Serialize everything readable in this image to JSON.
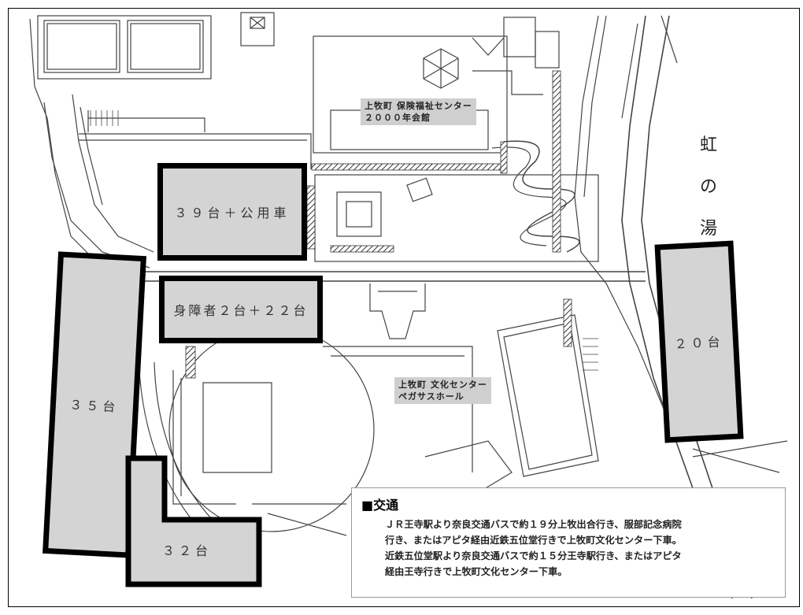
{
  "facilities": {
    "health_center": [
      "上牧町 保険福祉センター",
      "２０００年会館"
    ],
    "culture_center": [
      "上牧町 文化センター",
      "ペガサスホール"
    ]
  },
  "road": {
    "name_chars": [
      "虹",
      "の",
      "湯"
    ]
  },
  "parking_lots": {
    "lot_39": "３９台＋公用車",
    "lot_disabled": "身障者２台＋２２台",
    "lot_35": "３５台",
    "lot_32": "３２台",
    "lot_20": "２０台"
  },
  "transport": {
    "title": "■交通",
    "lines": [
      "ＪＲ王寺駅より奈良交通バスで約１９分上牧出合行き、服部記念病院",
      "行き、またはアピタ経由近鉄五位堂行きで上牧町文化センター下車。",
      "近鉄五位堂駅より奈良交通バスで約１５分王寺駅行き、またはアピタ",
      "経由王寺行きで上牧町文化センター下車。"
    ]
  },
  "colors": {
    "lot_fill": "#d4d4d4",
    "lot_border": "#000000",
    "label_bg": "#cfcfcf"
  }
}
